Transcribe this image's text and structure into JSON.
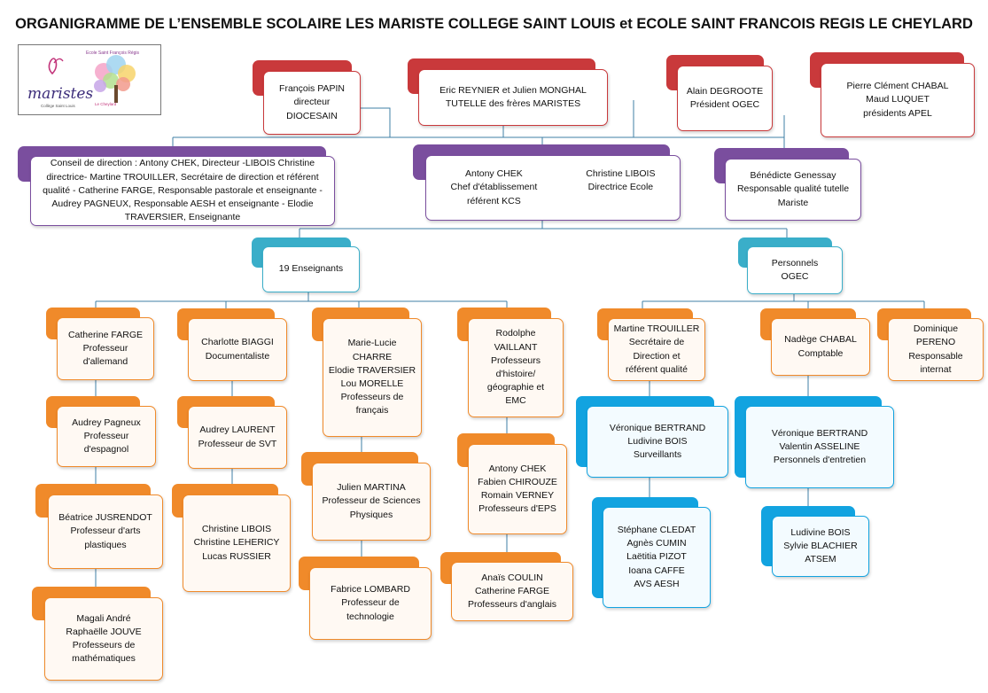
{
  "title": "ORGANIGRAMME DE L’ENSEMBLE SCOLAIRE LES MARISTE COLLEGE SAINT LOUIS et ECOLE SAINT FRANCOIS REGIS LE CHEYLARD",
  "logo": {
    "maristes_text": "maristes",
    "maristes_sub": "Collège Saint Louis",
    "ecole_text": "Ecole Saint François Régis",
    "cheylard_text": "Le Cheylard"
  },
  "colors": {
    "red": "#c9393b",
    "purple": "#7a4e9e",
    "teal": "#3aaec9",
    "orange": "#f08a2a",
    "blue": "#12a3e0"
  },
  "top": {
    "diocesain": "François PAPIN\ndirecteur\nDIOCESAIN",
    "tutelle": "Eric REYNIER et Julien MONGHAL\nTUTELLE des frères MARISTES",
    "ogec_president": "Alain DEGROOTE\nPrésident OGEC",
    "apel": "Pierre Clément CHABAL\nMaud LUQUET\nprésidents APEL"
  },
  "middle": {
    "conseil": "Conseil de direction : Antony CHEK, Directeur -LIBOIS Christine directrice-  Martine TROUILLER, Secrétaire de direction et référent qualité - Catherine FARGE, Responsable pastorale et enseignante - Audrey PAGNEUX, Responsable AESH et enseignante - Elodie TRAVERSIER, Enseignante",
    "direction_left": "Antony CHEK\nChef d'établissement\nréférent KCS",
    "direction_right": "Christine LIBOIS\nDirectrice Ecole",
    "qualite": "Bénédicte Genessay\nResponsable qualité tutelle Mariste"
  },
  "groups": {
    "enseignants": "19 Enseignants",
    "personnels": "Personnels\nOGEC"
  },
  "teachers": {
    "col1": [
      "Catherine FARGE\nProfesseur\nd'allemand",
      "Audrey Pagneux\nProfesseur\nd'espagnol",
      "Béatrice JUSRENDOT\nProfesseur d'arts\nplastiques",
      "Magali André\nRaphaëlle JOUVE\nProfesseurs de\nmathématiques"
    ],
    "col2": [
      "Charlotte BIAGGI\nDocumentaliste",
      "Audrey LAURENT\nProfesseur de SVT",
      "Christine LIBOIS\nChristine LEHERICY\nLucas RUSSIER"
    ],
    "col3": [
      "Marie-Lucie\nCHARRE\nElodie TRAVERSIER\nLou MORELLE\nProfesseurs de\nfrançais",
      "Julien MARTINA\nProfesseur de Sciences\nPhysiques",
      "Fabrice LOMBARD\nProfesseur de\ntechnologie"
    ],
    "col4": [
      "Rodolphe\nVAILLANT\nProfesseurs\nd'histoire/\ngéographie  et\nEMC",
      "Antony CHEK\nFabien CHIROUZE\nRomain VERNEY\nProfesseurs d'EPS",
      "Anaïs COULIN\nCatherine FARGE\nProfesseurs d'anglais"
    ]
  },
  "staff": {
    "trouiller": "Martine TROUILLER\nSecrétaire de\nDirection et\nréférent qualité",
    "surveillants": "Véronique BERTRAND\nLudivine BOIS\nSurveillants",
    "aesh": "Stéphane CLEDAT\nAgnès CUMIN\nLaëtitia PIZOT\nIoana CAFFE\nAVS AESH",
    "chabal": "Nadège CHABAL\nComptable",
    "entretien": "Véronique BERTRAND\nValentin ASSELINE\nPersonnels d'entretien",
    "atsem": "Ludivine BOIS\nSylvie BLACHIER\nATSEM",
    "pereno": "Dominique\nPERENO\nResponsable\ninternat"
  }
}
